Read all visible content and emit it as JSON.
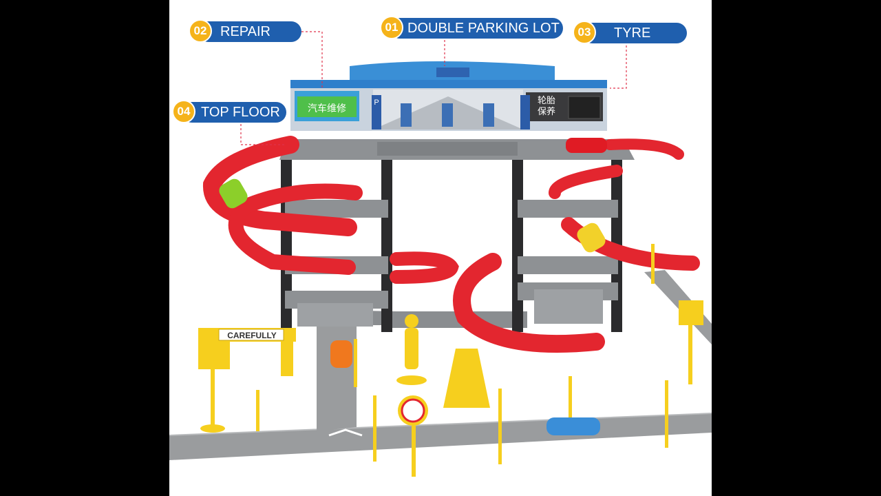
{
  "callouts": [
    {
      "number": "02",
      "label": "REPAIR"
    },
    {
      "number": "01",
      "label": "DOUBLE PARKING LOT"
    },
    {
      "number": "03",
      "label": "TYRE"
    },
    {
      "number": "04",
      "label": "TOP FLOOR"
    }
  ],
  "signs": {
    "repair_board": "汽车维修",
    "tyre_board_1": "轮胎",
    "tyre_board_2": "保养",
    "gate_sign": "CAREFULLY",
    "parking_letter": "P"
  },
  "colors": {
    "track_red": "#e3262f",
    "frame_black": "#2b2b2d",
    "deck_grey": "#8e9194",
    "road_grey": "#9a9c9e",
    "accessory_yellow": "#f6cf1e",
    "callout_blue": "#1f5fae",
    "callout_badge": "#f5b31a"
  }
}
